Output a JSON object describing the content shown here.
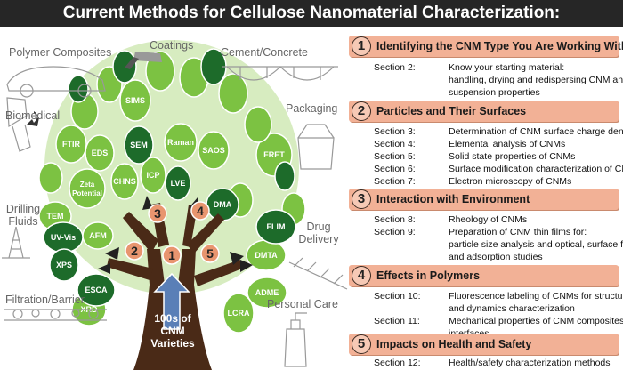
{
  "title": "Current Methods for Cellulose Nanomaterial Characterization:",
  "applications": {
    "polymer_composites": "Polymer Composites",
    "coatings": "Coatings",
    "cement": "Cement/Concrete",
    "biomedical": "Biomedical",
    "packaging": "Packaging",
    "drilling_1": "Drilling",
    "drilling_2": "Fluids",
    "drug_1": "Drug",
    "drug_2": "Delivery",
    "filtration": "Filtration/Barrier",
    "personal_care": "Personal Care"
  },
  "techniques": {
    "sims": "SIMS",
    "ftir": "FTIR",
    "eds": "EDS",
    "sem": "SEM",
    "raman": "Raman",
    "saos": "SAOS",
    "fret": "FRET",
    "zeta_1": "Zeta",
    "zeta_2": "Potential",
    "chns": "CHNS",
    "icp": "ICP",
    "lve": "LVE",
    "dma": "DMA",
    "tem": "TEM",
    "uvvis": "UV-Vis",
    "flim": "FLIM",
    "afm": "AFM",
    "xps": "XPS",
    "dmta": "DMTA",
    "esca": "ESCA",
    "adme": "ADME",
    "xrd": "XRD",
    "lcra": "LCRA"
  },
  "trunk": {
    "line1": "100s of",
    "line2": "CNM",
    "line3": "Varieties"
  },
  "tree_numbers": [
    "1",
    "2",
    "3",
    "4",
    "5"
  ],
  "sections": [
    {
      "num": "1",
      "title": "Identifying the CNM Type You Are Working With",
      "rows": [
        {
          "label": "Section 2:",
          "lines": [
            "Know your starting material:",
            "handling, drying and redispersing CNM and",
            "suspension properties"
          ]
        }
      ]
    },
    {
      "num": "2",
      "title": "Particles and Their Surfaces",
      "rows": [
        {
          "label": "Section 3:",
          "lines": [
            "Determination of CNM surface charge density"
          ]
        },
        {
          "label": "Section 4:",
          "lines": [
            "Elemental analysis of CNMs"
          ]
        },
        {
          "label": "Section 5:",
          "lines": [
            "Solid state properties of CNMs"
          ]
        },
        {
          "label": "Section 6:",
          "lines": [
            "Surface modification characterization of CNMs"
          ]
        },
        {
          "label": "Section 7:",
          "lines": [
            "Electron microscopy of CNMs"
          ]
        }
      ]
    },
    {
      "num": "3",
      "title": "Interaction with Environment",
      "rows": [
        {
          "label": "Section 8:",
          "lines": [
            "Rheology of CNMs"
          ]
        },
        {
          "label": "Section 9:",
          "lines": [
            "Preparation of CNM thin films for:",
            "particle size analysis and optical, surface forces",
            "and adsorption studies"
          ]
        }
      ]
    },
    {
      "num": "4",
      "title": "Effects in Polymers",
      "rows": [
        {
          "label": "Section 10:",
          "lines": [
            "Fluorescence labeling of CNMs for structure",
            "and dynamics characterization"
          ]
        },
        {
          "label": "Section 11:",
          "lines": [
            "Mechanical properties of CNM composites and",
            "interfaces"
          ]
        }
      ]
    },
    {
      "num": "5",
      "title": "Impacts on Health and Safety",
      "rows": [
        {
          "label": "Section 12:",
          "lines": [
            "Health/safety characterization methods"
          ]
        }
      ]
    }
  ],
  "colors": {
    "title_bg": "#262626",
    "section_bg": "#f2b196",
    "leaf_light": "#7cc242",
    "leaf_dark": "#1d6b2a",
    "canopy": "#d7ecc0",
    "trunk": "#4a2a17"
  }
}
